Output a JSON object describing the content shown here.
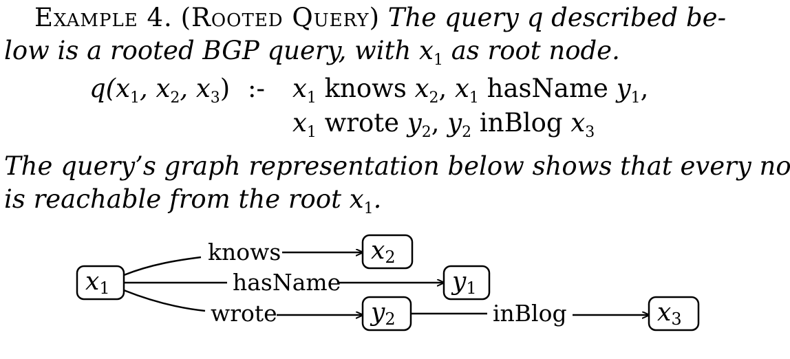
{
  "example": {
    "label": "Example 4.",
    "title": "(Rooted Query)",
    "line1_rest": "The query q described be-",
    "line2": "low is a rooted BGP query, with x",
    "line2_sub": "1",
    "line2_end": " as root node."
  },
  "query": {
    "head": "q(x",
    "head_rest": ", x",
    "head_close": ")",
    "neck": ":-",
    "body_line1": [
      {
        "var": "x",
        "sub": "1"
      },
      {
        "pred": "knows"
      },
      {
        "var": "x",
        "sub": "2",
        "suffix": ","
      },
      {
        "var": "x",
        "sub": "1"
      },
      {
        "pred": "hasName"
      },
      {
        "var": "y",
        "sub": "1",
        "suffix": ","
      }
    ],
    "body_line2": [
      {
        "var": "x",
        "sub": "1"
      },
      {
        "pred": "wrote"
      },
      {
        "var": "y",
        "sub": "2",
        "suffix": ","
      },
      {
        "var": "y",
        "sub": "2"
      },
      {
        "pred": "inBlog"
      },
      {
        "var": "x",
        "sub": "3"
      }
    ]
  },
  "text": {
    "line3": "The query’s graph representation below shows that every node",
    "line4": "is reachable from the root x",
    "line4_sub": "1",
    "line4_end": "."
  },
  "graph": {
    "nodes": [
      {
        "id": "x1",
        "var": "x",
        "sub": "1"
      },
      {
        "id": "x2",
        "var": "x",
        "sub": "2"
      },
      {
        "id": "y1",
        "var": "y",
        "sub": "1"
      },
      {
        "id": "y2",
        "var": "y",
        "sub": "2"
      },
      {
        "id": "x3",
        "var": "x",
        "sub": "3"
      }
    ],
    "edges": [
      {
        "from": "x1",
        "to": "x2",
        "label": "knows"
      },
      {
        "from": "x1",
        "to": "y1",
        "label": "hasName"
      },
      {
        "from": "x1",
        "to": "y2",
        "label": "wrote"
      },
      {
        "from": "y2",
        "to": "x3",
        "label": "inBlog"
      }
    ]
  }
}
